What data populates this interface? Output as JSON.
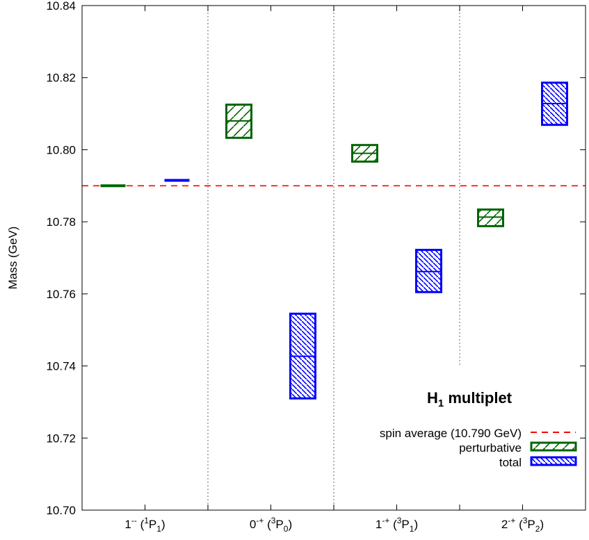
{
  "chart_data": {
    "type": "box",
    "title": "",
    "ylabel": "Mass (GeV)",
    "xlabel": "",
    "ylim": [
      10.7,
      10.84
    ],
    "yticks": [
      "10.70",
      "10.72",
      "10.74",
      "10.76",
      "10.78",
      "10.80",
      "10.82",
      "10.84"
    ],
    "categories": [
      {
        "main": "1",
        "sup1": "--",
        "paren_sup": "1",
        "letter": "P",
        "sub": "1"
      },
      {
        "main": "0",
        "sup1": "-+",
        "paren_sup": "3",
        "letter": "P",
        "sub": "0"
      },
      {
        "main": "1",
        "sup1": "-+",
        "paren_sup": "3",
        "letter": "P",
        "sub": "1"
      },
      {
        "main": "2",
        "sup1": "-+",
        "paren_sup": "3",
        "letter": "P",
        "sub": "2"
      }
    ],
    "series": [
      {
        "name": "perturbative",
        "color": "#006400",
        "hatch": "forward",
        "center": [
          10.79,
          10.808,
          10.799,
          10.7813
        ],
        "low": [
          10.7899,
          10.8033,
          10.7967,
          10.7788
        ],
        "high": [
          10.7901,
          10.8125,
          10.8013,
          10.7834
        ]
      },
      {
        "name": "total",
        "color": "#0000ff",
        "hatch": "backward",
        "center": [
          10.7915,
          10.7427,
          10.7662,
          10.8128
        ],
        "low": [
          10.7913,
          10.731,
          10.7605,
          10.8069
        ],
        "high": [
          10.7917,
          10.7545,
          10.7722,
          10.8186
        ]
      }
    ],
    "reference_line": {
      "label": "spin average (10.790 GeV)",
      "value": 10.79,
      "color": "#ff0000",
      "style": "dashed"
    },
    "legend": {
      "title_main": "H",
      "title_sub": "1",
      "title_rest": " multiplet",
      "placement": "bottom-right"
    },
    "grid": false
  }
}
